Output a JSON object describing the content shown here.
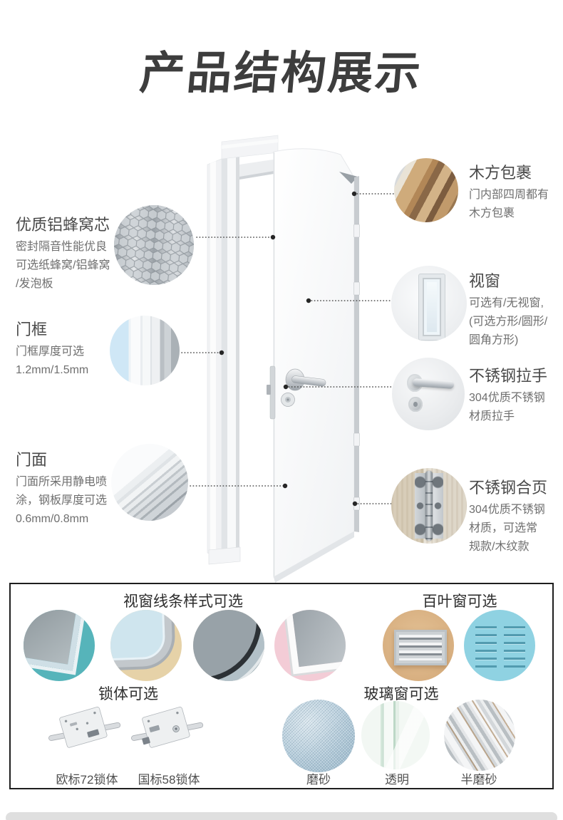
{
  "title": "产品结构展示",
  "features": {
    "left": [
      {
        "title": "优质铝蜂窝芯",
        "desc": "密封隔音性能优良\n可选纸蜂窝/铝蜂窝\n/发泡板"
      },
      {
        "title": "门框",
        "desc": "门框厚度可选\n1.2mm/1.5mm"
      },
      {
        "title": "门面",
        "desc": "门面所采用静电喷\n涂，钢板厚度可选\n0.6mm/0.8mm"
      }
    ],
    "right": [
      {
        "title": "木方包裹",
        "desc": "门内部四周都有\n木方包裹"
      },
      {
        "title": "视窗",
        "desc": "可选有/无视窗,\n(可选方形/圆形/\n圆角方形)"
      },
      {
        "title": "不锈钢拉手",
        "desc": "304优质不锈钢\n材质拉手"
      },
      {
        "title": "不锈钢合页",
        "desc": "304优质不锈钢\n材质，可选常\n规款/木纹款"
      }
    ]
  },
  "options": {
    "window_styles": {
      "title": "视窗线条样式可选"
    },
    "louver": {
      "title": "百叶窗可选"
    },
    "locks": {
      "title": "锁体可选",
      "items": [
        "欧标72锁体",
        "国标58锁体"
      ]
    },
    "glass": {
      "title": "玻璃窗可选",
      "items": [
        "磨砂",
        "透明",
        "半磨砂"
      ]
    }
  },
  "colors": {
    "title_text": "#3d3d3d",
    "box_border": "#1e1e1e",
    "teal_swatch": "#56b4ba",
    "beige_swatch": "#e6d2a8",
    "pink_swatch": "#f3ccd6",
    "tan_swatch": "#d8ae7e",
    "blue_swatch": "#8fd2e2"
  }
}
